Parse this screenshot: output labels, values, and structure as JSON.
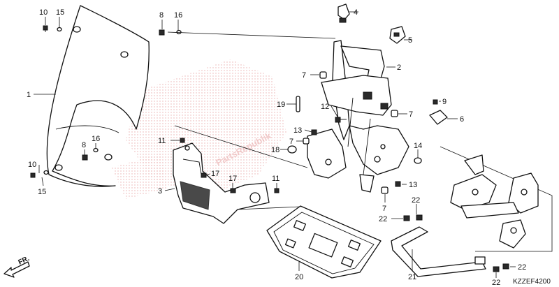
{
  "diagram": {
    "catalog_code": "KZZEF4200",
    "direction_label": "FR.",
    "watermark": "PartsRepublik",
    "callouts": [
      {
        "id": "c1",
        "text": "1"
      },
      {
        "id": "c2",
        "text": "2"
      },
      {
        "id": "c3",
        "text": "3"
      },
      {
        "id": "c4",
        "text": "4"
      },
      {
        "id": "c5",
        "text": "5"
      },
      {
        "id": "c6",
        "text": "6"
      },
      {
        "id": "c7a",
        "text": "7"
      },
      {
        "id": "c7b",
        "text": "7"
      },
      {
        "id": "c7c",
        "text": "7"
      },
      {
        "id": "c7d",
        "text": "7"
      },
      {
        "id": "c8a",
        "text": "8"
      },
      {
        "id": "c8b",
        "text": "8"
      },
      {
        "id": "c9",
        "text": "9"
      },
      {
        "id": "c10a",
        "text": "10"
      },
      {
        "id": "c10b",
        "text": "10"
      },
      {
        "id": "c11a",
        "text": "11"
      },
      {
        "id": "c11b",
        "text": "11"
      },
      {
        "id": "c12",
        "text": "12"
      },
      {
        "id": "c13a",
        "text": "13"
      },
      {
        "id": "c13b",
        "text": "13"
      },
      {
        "id": "c14",
        "text": "14"
      },
      {
        "id": "c15a",
        "text": "15"
      },
      {
        "id": "c15b",
        "text": "15"
      },
      {
        "id": "c16a",
        "text": "16"
      },
      {
        "id": "c16b",
        "text": "16"
      },
      {
        "id": "c17a",
        "text": "17"
      },
      {
        "id": "c17b",
        "text": "17"
      },
      {
        "id": "c18",
        "text": "18"
      },
      {
        "id": "c19",
        "text": "19"
      },
      {
        "id": "c20",
        "text": "20"
      },
      {
        "id": "c21",
        "text": "21"
      },
      {
        "id": "c22a",
        "text": "22"
      },
      {
        "id": "c22b",
        "text": "22"
      },
      {
        "id": "c22c",
        "text": "22"
      },
      {
        "id": "c22d",
        "text": "22"
      }
    ]
  }
}
